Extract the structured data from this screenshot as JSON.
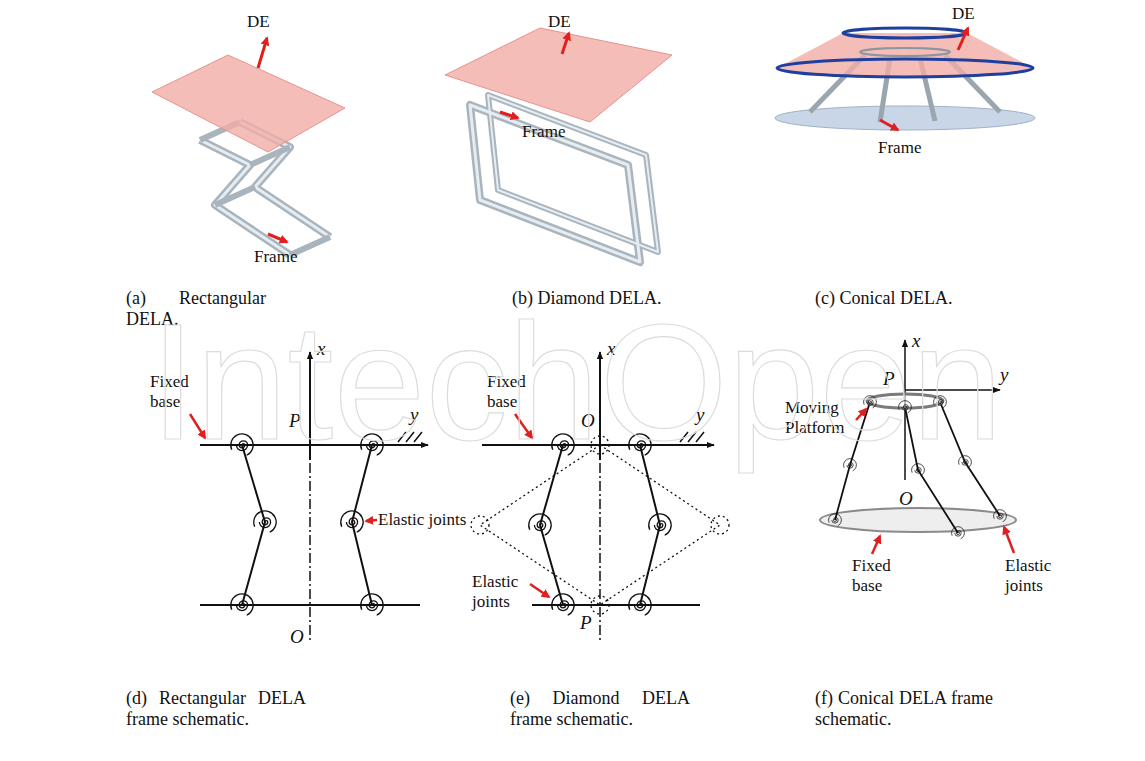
{
  "diagram": {
    "labels": [
      "DE",
      "Frame",
      "(a) Rectangular DELA.",
      "DE",
      "Frame",
      "(b) Diamond DELA.",
      "DE",
      "Frame",
      "(c) Conical DELA.",
      "Fixed base",
      "x",
      "P",
      "y",
      "Elastic joints",
      "O",
      "(d) Rectangular DELA frame schematic.",
      "Fixed base",
      "x",
      "O",
      "y",
      "Elastic joints",
      "P",
      "(e) Diamond DELA frame schematic.",
      "x",
      "P",
      "y",
      "Moving Platform",
      "O",
      "Fixed base",
      "Elastic joints",
      "(f) Conical DELA frame schematic.",
      "IntechOpen"
    ]
  }
}
